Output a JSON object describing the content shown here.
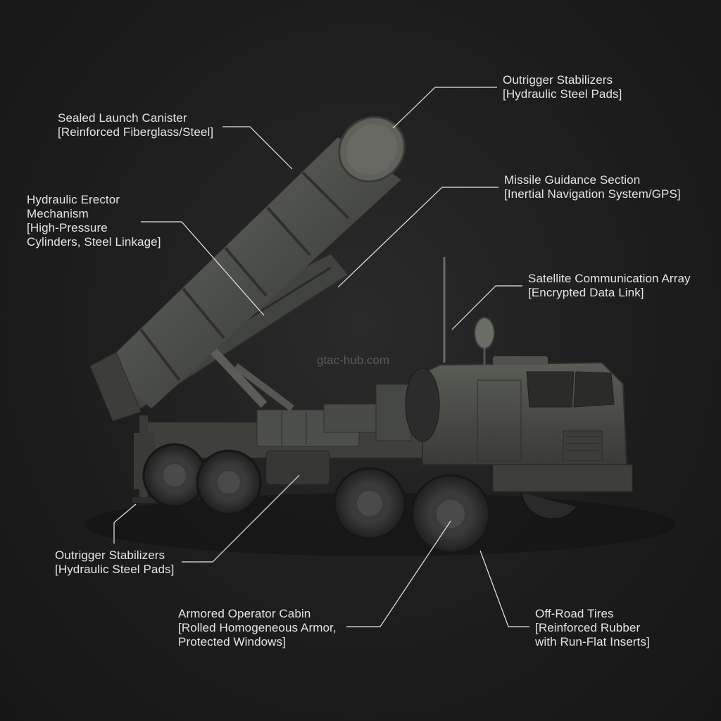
{
  "watermark": "gtac-hub.com",
  "callouts": [
    {
      "id": "launch-canister",
      "lines": [
        "Sealed Launch Canister",
        "[Reinforced Fiberglass/Steel]"
      ]
    },
    {
      "id": "erector",
      "lines": [
        "Hydraulic Erector",
        "Mechanism",
        "[High-Pressure",
        "Cylinders, Steel Linkage]"
      ]
    },
    {
      "id": "stabilizers-top",
      "lines": [
        "Outrigger Stabilizers",
        "[Hydraulic Steel Pads]"
      ]
    },
    {
      "id": "guidance",
      "lines": [
        "Missile Guidance Section",
        "[Inertial Navigation System/GPS]"
      ]
    },
    {
      "id": "satcom",
      "lines": [
        "Satellite Communication Array",
        "[Encrypted Data Link]"
      ]
    },
    {
      "id": "stabilizers-bottom",
      "lines": [
        "Outrigger Stabilizers",
        "[Hydraulic Steel Pads]"
      ]
    },
    {
      "id": "cabin",
      "lines": [
        "Armored Operator Cabin",
        "[Rolled Homogeneous Armor,",
        "Protected Windows]"
      ]
    },
    {
      "id": "tires",
      "lines": [
        "Off-Road Tires",
        "[Reinforced Rubber",
        "with Run-Flat Inserts]"
      ]
    }
  ],
  "colors": {
    "background": "#1d1d1d",
    "vehicle": "#4a4c47",
    "text": "#e4e4e4"
  }
}
